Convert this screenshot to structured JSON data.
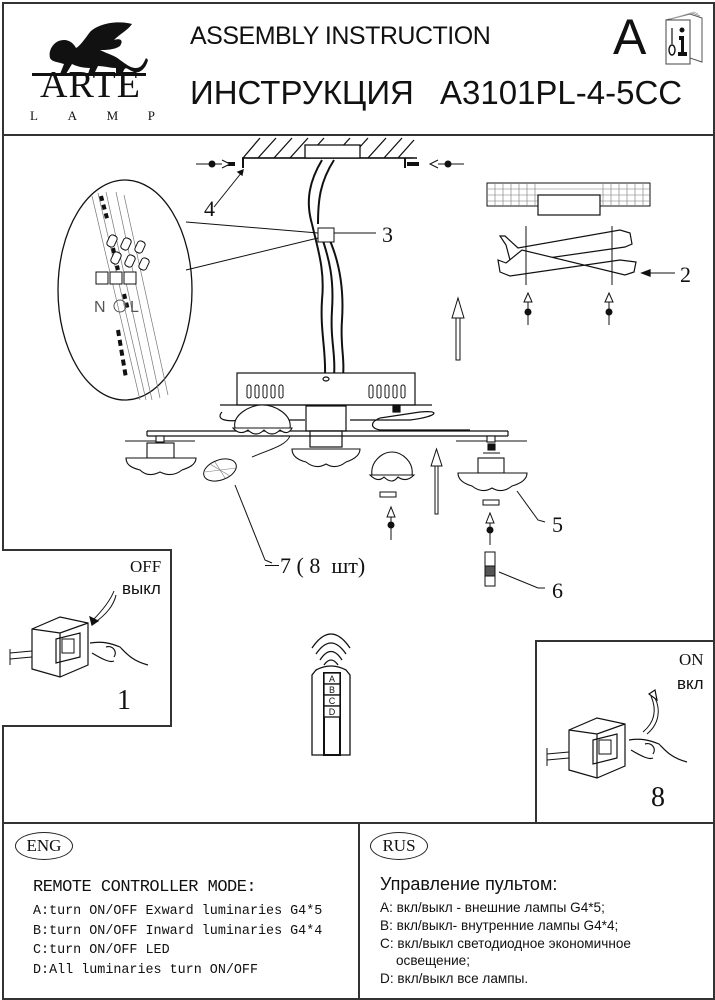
{
  "header": {
    "brand": "ARTE",
    "brand_sub": [
      "L",
      "A",
      "M",
      "P"
    ],
    "title_en": "ASSEMBLY INSTRUCTION",
    "title_ru": "ИНСТРУКЦИЯ",
    "model": "A3101PL-4-5CC",
    "version_letter": "A",
    "manual_icon": "instruction-book-icon"
  },
  "diagram": {
    "callouts": [
      "2",
      "3",
      "4",
      "5",
      "6"
    ],
    "callout_7": "7 ( 8  шт)",
    "remote_buttons": [
      "A",
      "B",
      "C",
      "D"
    ],
    "terminal_labels": [
      "N",
      "L"
    ]
  },
  "step_off": {
    "label_en": "OFF",
    "label_ru": "выкл",
    "number": "1"
  },
  "step_on": {
    "label_en": "ON",
    "label_ru": "вкл",
    "number": "8"
  },
  "english": {
    "badge": "ENG",
    "title": "REMOTE CONTROLLER MODE:",
    "items": [
      "A:turn ON/OFF Exward luminaries G4*5",
      "B:turn ON/OFF Inward luminaries G4*4",
      "C:turn ON/OFF LED",
      "D:All luminaries turn ON/OFF"
    ]
  },
  "russian": {
    "badge": "RUS",
    "title": "Управление пультом:",
    "items": [
      "A: вкл/выкл - внешние лампы G4*5;",
      "B: вкл/выкл- внутренние лампы G4*4;",
      "C: вкл/выкл светодиодное экономичное",
      "освещение;",
      "D: вкл/выкл все лампы."
    ]
  }
}
